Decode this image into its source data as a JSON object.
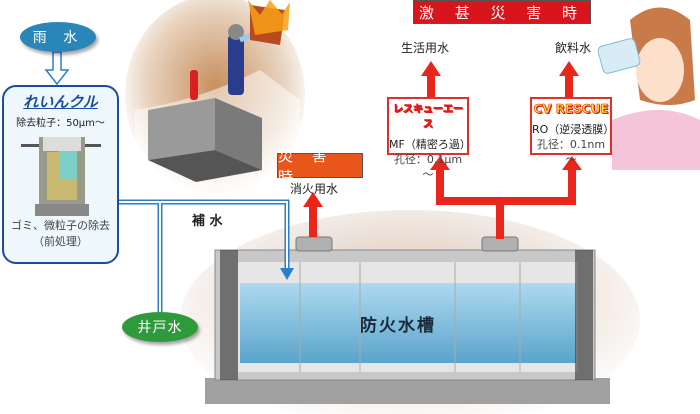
{
  "sources": {
    "rain": "雨 水",
    "well": "井戸水"
  },
  "pretreatment": {
    "name": "れいんクル",
    "particle": "除去粒子：50μm～",
    "description": "ゴミ、微粒子の除去",
    "description_sub": "（前処理）"
  },
  "supply_label": "補 水",
  "tank_label": "防火水槽",
  "disaster": {
    "banner": "災 害 時",
    "use": "消火用水"
  },
  "severe_disaster": {
    "banner": "激 甚 災 害 時",
    "outputs": [
      {
        "use": "生活用水",
        "product": "レスキューエース",
        "method": "MF（精密ろ過）",
        "pore": "孔径：0.1μm～"
      },
      {
        "use": "飲料水",
        "product": "CV RESCUE",
        "method": "RO（逆浸透膜）",
        "pore": "孔径：0.1nm～"
      }
    ]
  },
  "colors": {
    "rain": "#2a86b8",
    "well": "#2e9a3c",
    "arrow": "#e8261c",
    "pipe": "#2a7fc8",
    "banner_red": "#d8141c",
    "banner_orange": "#e8561c"
  }
}
